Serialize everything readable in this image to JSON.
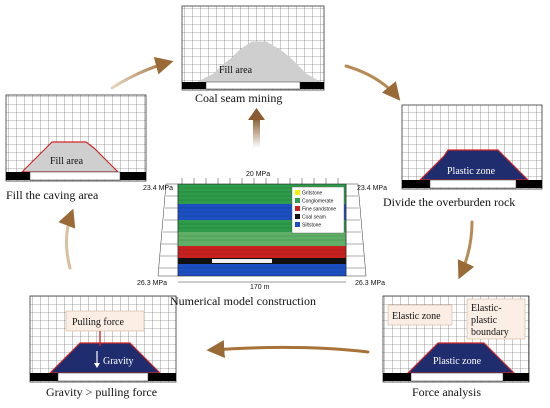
{
  "captions": {
    "coal_seam_mining": "Coal seam mining",
    "divide_overburden": "Divide the overburden rock",
    "force_analysis": "Force analysis",
    "gravity_vs_pulling": "Gravity > pulling force",
    "fill_caving": "Fill the caving area",
    "numerical_model": "Numerical model construction"
  },
  "zones": {
    "fill_area": "Fill area",
    "plastic_zone": "Plastic zone",
    "elastic_zone": "Elastic zone",
    "elastic_plastic_boundary_1": "Elastic-",
    "elastic_plastic_boundary_2": "plastic",
    "elastic_plastic_boundary_3": "boundary",
    "pulling_force": "Pulling force",
    "gravity": "Gravity"
  },
  "model": {
    "top_stress": "20 MPa",
    "left_top_stress": "23.4 MPa",
    "right_top_stress": "23.4 MPa",
    "left_bottom_stress": "26.3 MPa",
    "right_bottom_stress": "26.3 MPa",
    "width": "170 m",
    "legend": [
      {
        "label": "Gritstone",
        "color": "#f3f30a"
      },
      {
        "label": "Conglomerate",
        "color": "#2e9c4a"
      },
      {
        "label": "Fine sandstone",
        "color": "#c8201e"
      },
      {
        "label": "Coal seam",
        "color": "#111111"
      },
      {
        "label": "Siltstone",
        "color": "#1c4fc4"
      }
    ]
  },
  "colors": {
    "arrow": "#a8733a",
    "plastic_fill": "#1f2d6e",
    "fill_area": "#cfcfcf",
    "boundary_red": "#d0282a",
    "label_bg": "#fbeee4"
  }
}
